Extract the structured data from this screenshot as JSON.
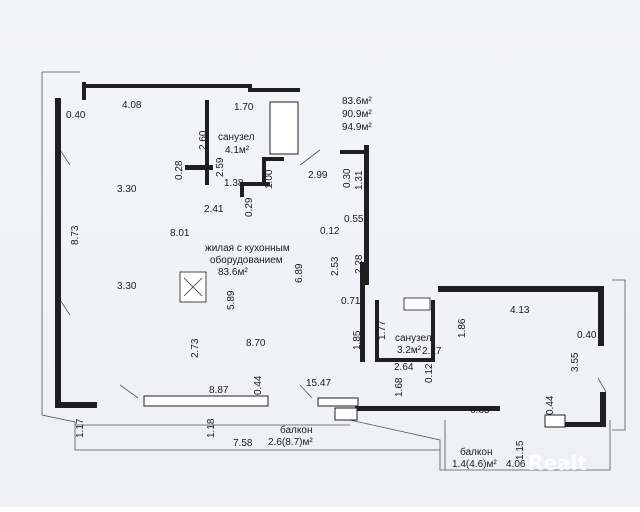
{
  "areas": {
    "living_area": "83.6м²",
    "total_area": "90.9м²",
    "total_with_balconies": "94.9м²"
  },
  "rooms": {
    "bathroom_main": {
      "name": "санузел",
      "area": "4.1м²"
    },
    "living": {
      "name_line1": "жилая с кухонным",
      "name_line2": "оборудованием",
      "area": "83.6м²"
    },
    "bathroom_second": {
      "name": "санузел",
      "area": "3.2м²"
    },
    "balcony_main": {
      "name": "балкон",
      "area": "2.6(8.7)м²"
    },
    "balcony_small": {
      "name": "балкон",
      "area": "1.4(4.6)м²"
    }
  },
  "dimensions": {
    "d_040_left": "0.40",
    "d_408": "4.08",
    "d_170": "1.70",
    "d_260": "2.60",
    "d_259": "2.59",
    "d_028": "0.28",
    "d_138": "1.38",
    "d_100": "1.00",
    "d_299": "2.99",
    "d_030": "0.30",
    "d_131": "1.31",
    "d_330_top": "3.30",
    "d_241": "2.41",
    "d_029": "0.29",
    "d_055": "0.55",
    "d_873": "8.73",
    "d_801": "8.01",
    "d_012": "0.12",
    "d_228": "2.28",
    "d_253": "2.53",
    "d_689": "6.89",
    "d_330_bottom": "3.30",
    "d_589": "5.89",
    "d_071": "0.71",
    "d_413": "4.13",
    "d_040_right": "0.40",
    "d_177": "1.77",
    "d_186": "1.86",
    "d_185": "1.85",
    "d_227": "2.27",
    "d_273": "2.73",
    "d_870": "8.70",
    "d_264": "2.64",
    "d_012b": "0.12",
    "d_355": "3.55",
    "d_168": "1.68",
    "d_887": "8.87",
    "d_044_left": "0.44",
    "d_1547": "15.47",
    "d_663": "6.63",
    "d_044_right": "0.44",
    "d_117": "1.17",
    "d_118": "1.18",
    "d_758": "7.58",
    "d_115": "1.15",
    "d_406": "4.06"
  },
  "watermark": "Realt"
}
